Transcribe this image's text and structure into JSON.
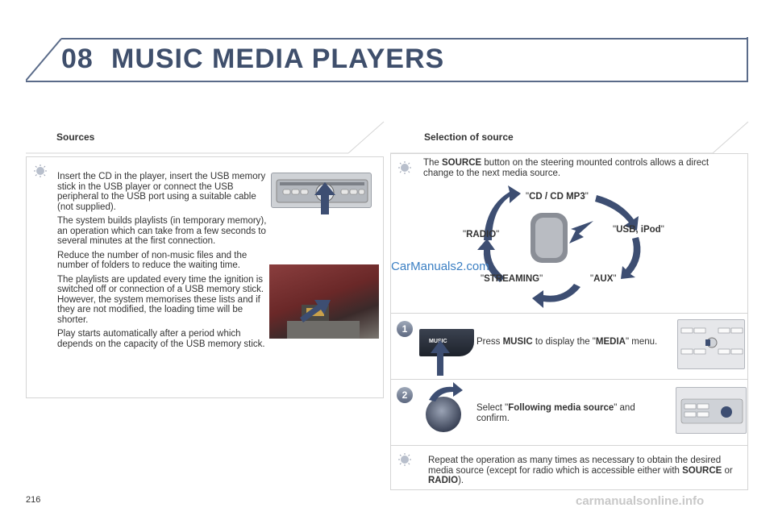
{
  "header": {
    "chapter_number": "08",
    "chapter_title": "MUSIC MEDIA PLAYERS"
  },
  "sources": {
    "heading": "Sources",
    "paragraphs": [
      "Insert the CD in the player, insert the USB memory stick in the USB player or connect the USB peripheral to the USB port using a suitable cable (not supplied).",
      "The system builds playlists (in temporary memory), an operation which can take from a few seconds to several minutes at the first connection.",
      "Reduce the number of non-music files and the number of folders to reduce the waiting time.",
      "The playlists are updated every time the ignition is switched off or connection of a USB memory stick. However, the system memorises these lists and if they are not modified, the loading time will be shorter.",
      "Play starts automatically after a period which depends on the capacity of the USB memory stick."
    ]
  },
  "selection": {
    "heading": "Selection of source",
    "intro_pre": "The ",
    "intro_bold": "SOURCE",
    "intro_post": " button on the steering mounted controls allows a direct change to the next media source.",
    "cycle": {
      "cd": "CD / CD MP3",
      "usb": "USB, iPod",
      "aux": "AUX",
      "streaming": "STREAMING",
      "radio": "RADIO"
    }
  },
  "steps": [
    {
      "number": "1",
      "text_pre": "Press ",
      "text_bold1": "MUSIC",
      "text_mid": " to display the \"",
      "text_bold2": "MEDIA",
      "text_post": "\" menu.",
      "button_label": "MUSIC"
    },
    {
      "number": "2",
      "text_pre": "Select \"",
      "text_bold1": "Following media source",
      "text_post": "\" and confirm."
    }
  ],
  "repeat_note": {
    "pre": "Repeat the operation as many times as necessary to obtain the desired media source (except for radio which is accessible either with ",
    "bold1": "SOURCE",
    "mid": " or ",
    "bold2": "RADIO",
    "post": ")."
  },
  "watermark": "CarManuals2.com",
  "page_number": "216",
  "footer_mark": "carmanualsonline.info",
  "colors": {
    "accent": "#3f4f6c",
    "arrow": "#3d4e72",
    "watermark": "#3b7fc3"
  }
}
